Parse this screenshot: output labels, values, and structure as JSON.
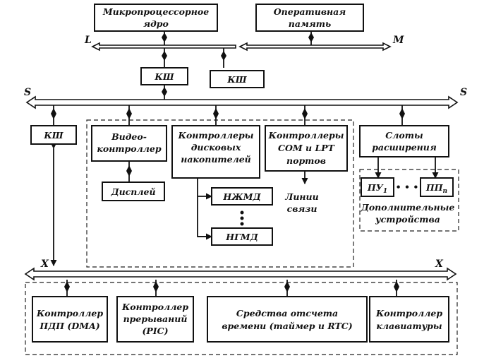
{
  "buses": {
    "L": "L",
    "M": "M",
    "S_left": "S",
    "S_right": "S",
    "X_left": "X",
    "X_right": "X"
  },
  "blocks": {
    "cpu_core": [
      "Микропроцессорное",
      "ядро"
    ],
    "ram": [
      "Оперативная",
      "память"
    ],
    "bus_controller_ls": [
      "КШ"
    ],
    "bus_controller_ms": [
      "КШ"
    ],
    "bus_controller_sx": [
      "КШ"
    ],
    "video_controller": [
      "Видео-",
      "контроллер"
    ],
    "display": [
      "Дисплей"
    ],
    "disk_controllers": [
      "Контроллеры",
      "дисковых",
      "накопителей"
    ],
    "hdd": [
      "НЖМД"
    ],
    "fdd": [
      "НГМД"
    ],
    "com_lpt_controllers": [
      "Контроллеры",
      "COM и LPT",
      "портов"
    ],
    "comm_lines": [
      "Линии",
      "связи"
    ],
    "expansion_slots": [
      "Слоты",
      "расширения"
    ],
    "device_1": [
      "ПУ1"
    ],
    "device_n": [
      "ППn"
    ],
    "extra_devices": [
      "Дополнительные",
      "устройства"
    ],
    "dma_controller": [
      "Контроллер",
      "ПДП (DMA)"
    ],
    "interrupt_controller": [
      "Контроллер",
      "прерываний",
      "(PIC)"
    ],
    "timers": [
      "Средства отсчета",
      "времени (таймер и RTC)"
    ],
    "keyboard_controller": [
      "Контроллер",
      "клавиатуры"
    ]
  },
  "ellipsis": "• • •"
}
